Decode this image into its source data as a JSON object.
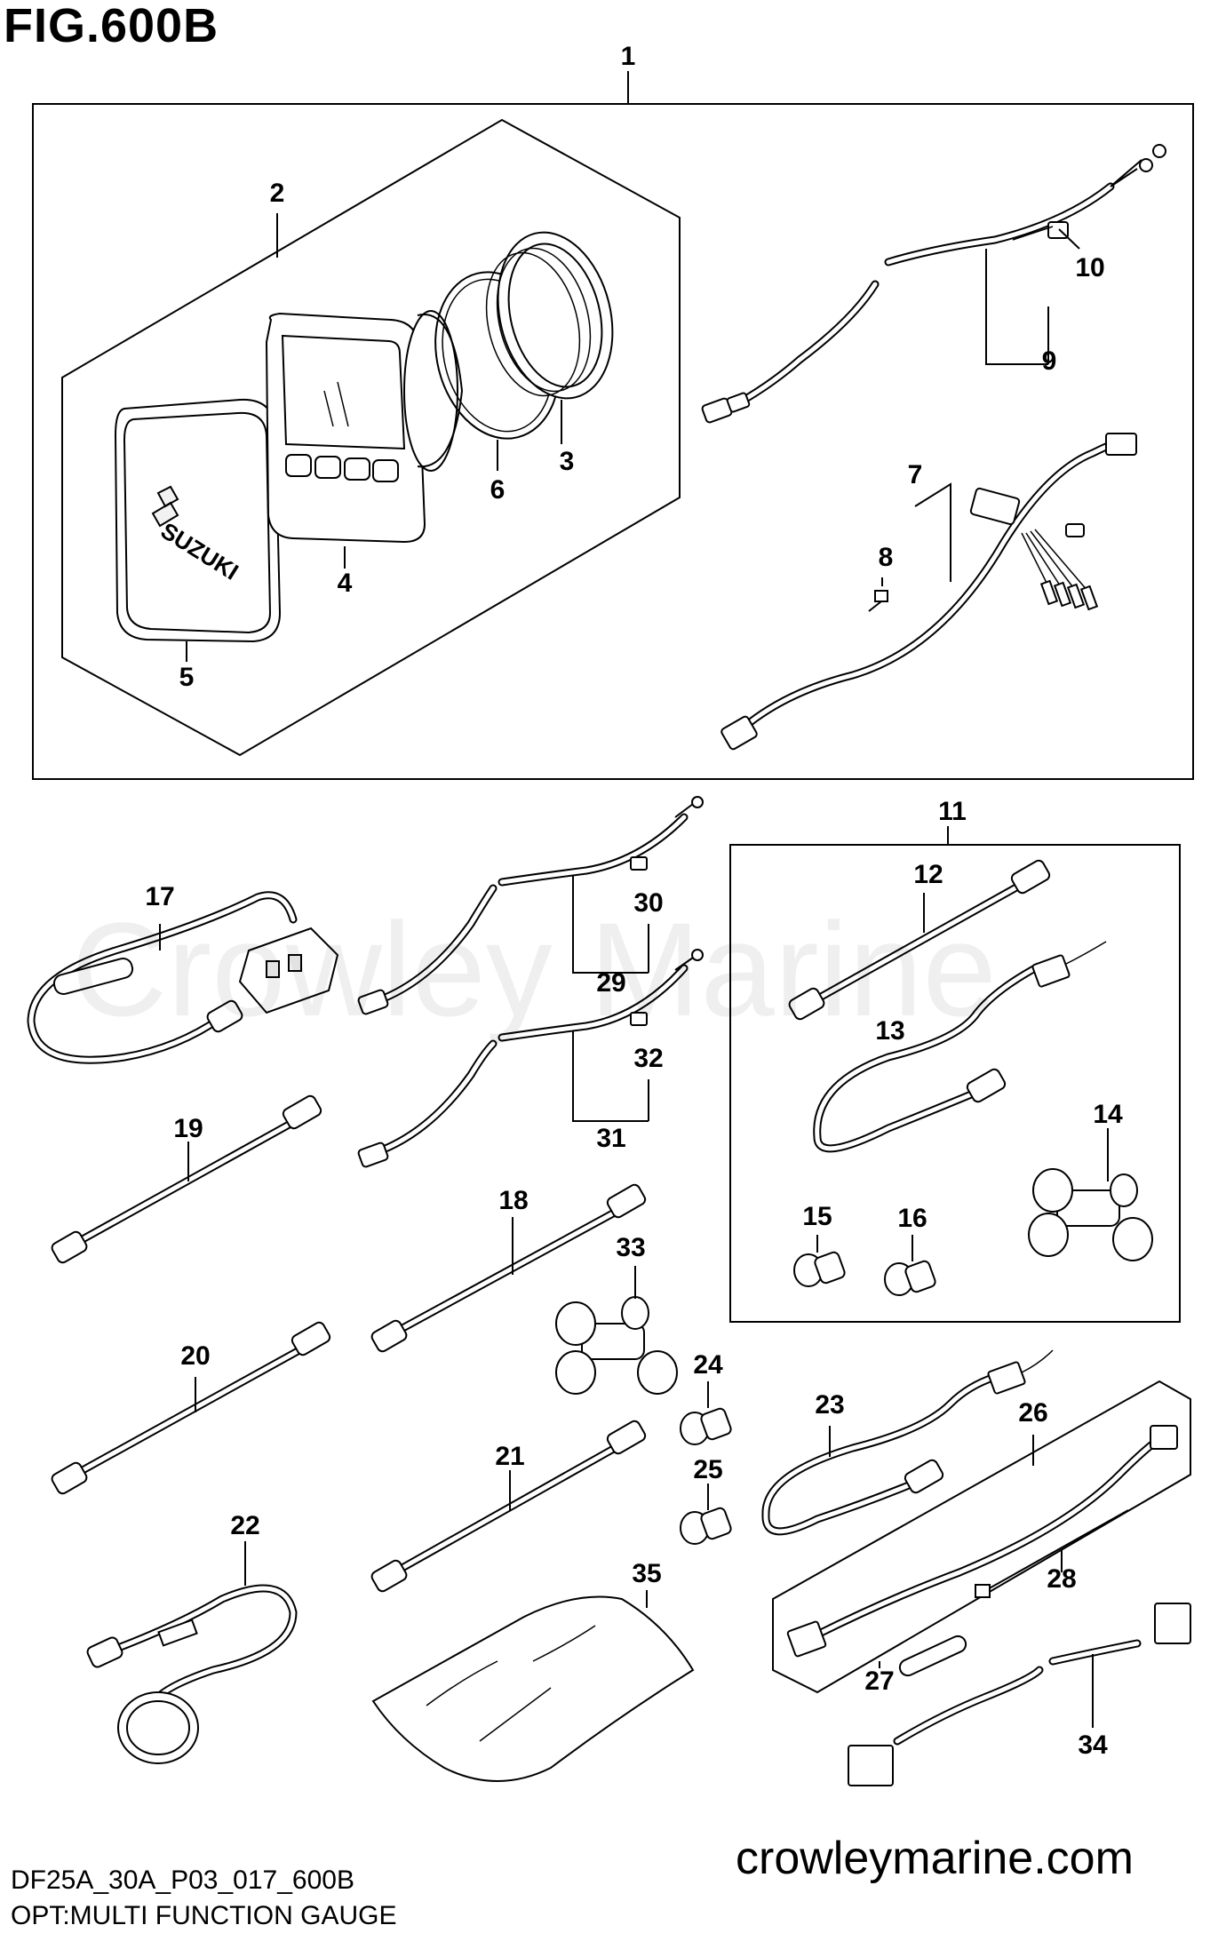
{
  "figure_title": "FIG.600B",
  "footer": {
    "diagram_code": "DF25A_30A_P03_017_600B",
    "description": "OPT:MULTI FUNCTION GAUGE"
  },
  "site_url": "crowleymarine.com",
  "watermark": "Crowley Marine",
  "callouts": [
    "1",
    "2",
    "3",
    "4",
    "5",
    "6",
    "7",
    "8",
    "9",
    "10",
    "11",
    "12",
    "13",
    "14",
    "15",
    "16",
    "17",
    "18",
    "19",
    "20",
    "21",
    "22",
    "23",
    "24",
    "25",
    "26",
    "27",
    "28",
    "29",
    "30",
    "31",
    "32",
    "33",
    "34",
    "35"
  ],
  "gauge_bezel_logo": "SUZUKI"
}
